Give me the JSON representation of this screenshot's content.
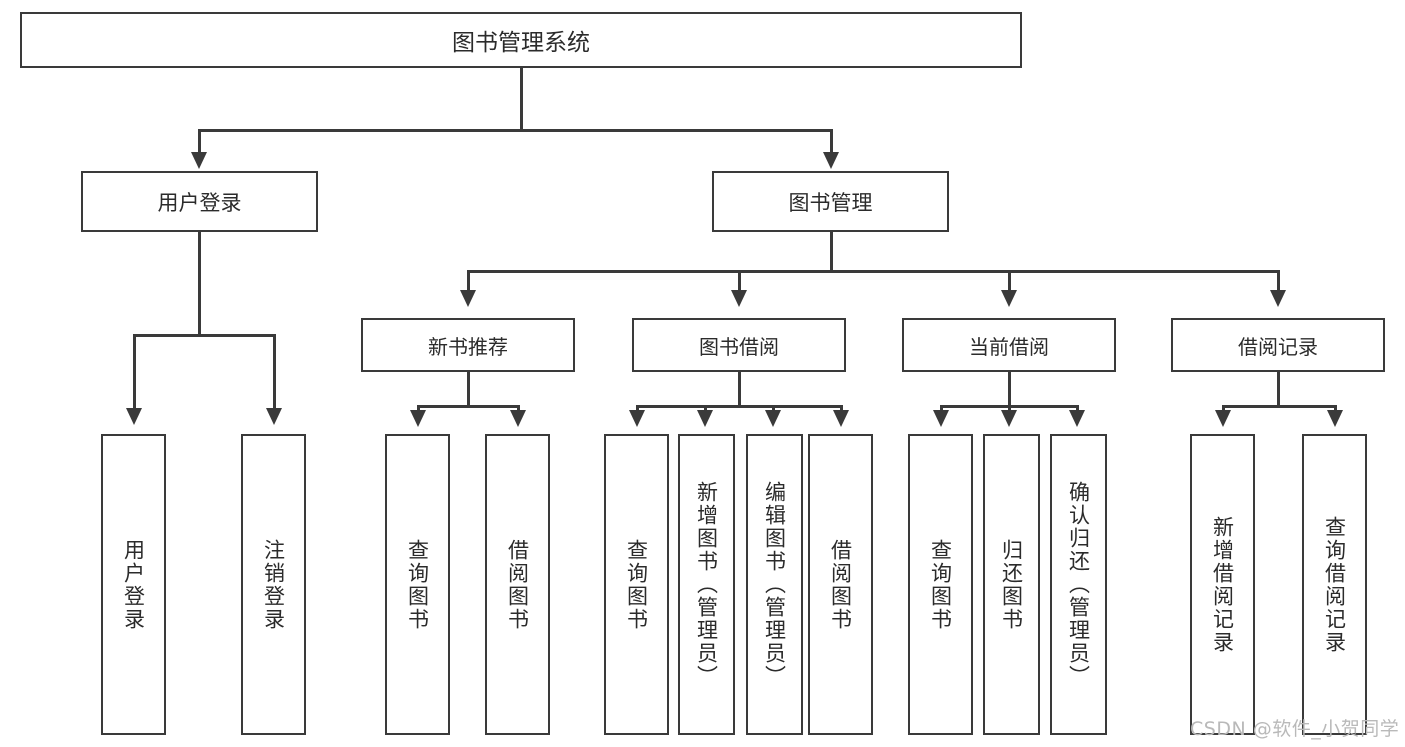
{
  "diagram": {
    "title": "图书管理系统",
    "type": "tree-hierarchy-diagram",
    "root": {
      "label": "图书管理系统"
    },
    "level2": [
      {
        "label": "用户登录"
      },
      {
        "label": "图书管理"
      }
    ],
    "level3": [
      {
        "label": "新书推荐"
      },
      {
        "label": "图书借阅"
      },
      {
        "label": "当前借阅"
      },
      {
        "label": "借阅记录"
      }
    ],
    "leaves": {
      "user_login": [
        {
          "label": "用户登录"
        },
        {
          "label": "注销登录"
        }
      ],
      "new_book_recommend": [
        {
          "label": "查询图书"
        },
        {
          "label": "借阅图书"
        }
      ],
      "book_borrow": [
        {
          "label": "查询图书"
        },
        {
          "label": "新增图书（管理员）"
        },
        {
          "label": "编辑图书（管理员）"
        },
        {
          "label": "借阅图书"
        }
      ],
      "current_borrow": [
        {
          "label": "查询图书"
        },
        {
          "label": "归还图书"
        },
        {
          "label": "确认归还（管理员）"
        }
      ],
      "borrow_records": [
        {
          "label": "新增借阅记录"
        },
        {
          "label": "查询借阅记录"
        }
      ]
    }
  },
  "watermark": {
    "text": "CSDN @软件_小贺同学"
  },
  "colors": {
    "stroke": "#3a3a3a",
    "text": "#2b2b2b",
    "background": "#ffffff",
    "watermark": "#b9b9b9"
  }
}
